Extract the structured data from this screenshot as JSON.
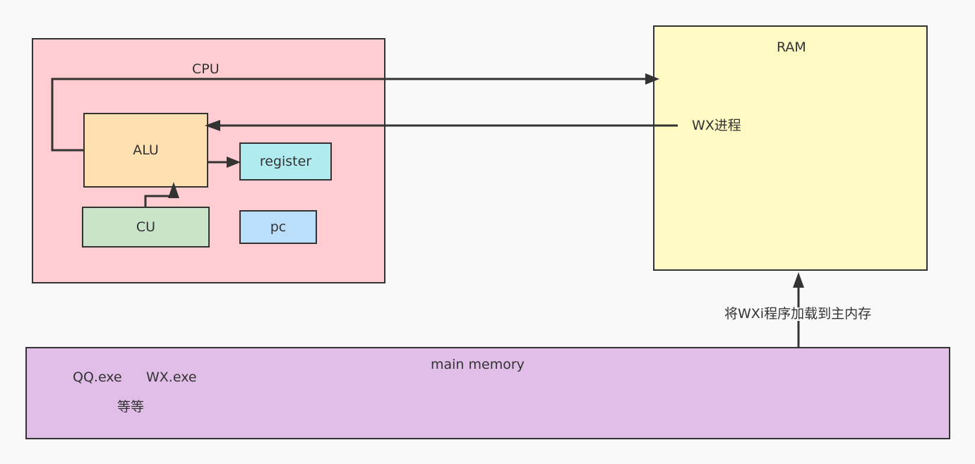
{
  "cpu": {
    "label": "CPU",
    "color": "#ffccd1"
  },
  "alu": {
    "label": "ALU",
    "color": "#ffe0b0"
  },
  "register": {
    "label": "register",
    "color": "#b0ebf0"
  },
  "cu": {
    "label": "CU",
    "color": "#c9e4c9"
  },
  "pc": {
    "label": "pc",
    "color": "#bbdefb"
  },
  "ram": {
    "label": "RAM",
    "process_label": "WX进程",
    "color": "#fff9c4"
  },
  "main_memory": {
    "label": "main memory",
    "files": [
      "QQ.exe",
      "WX.exe"
    ],
    "etc": "等等",
    "color": "#e1bee7"
  },
  "load_arrow": {
    "label": "将WXi程序加载到主内存"
  }
}
